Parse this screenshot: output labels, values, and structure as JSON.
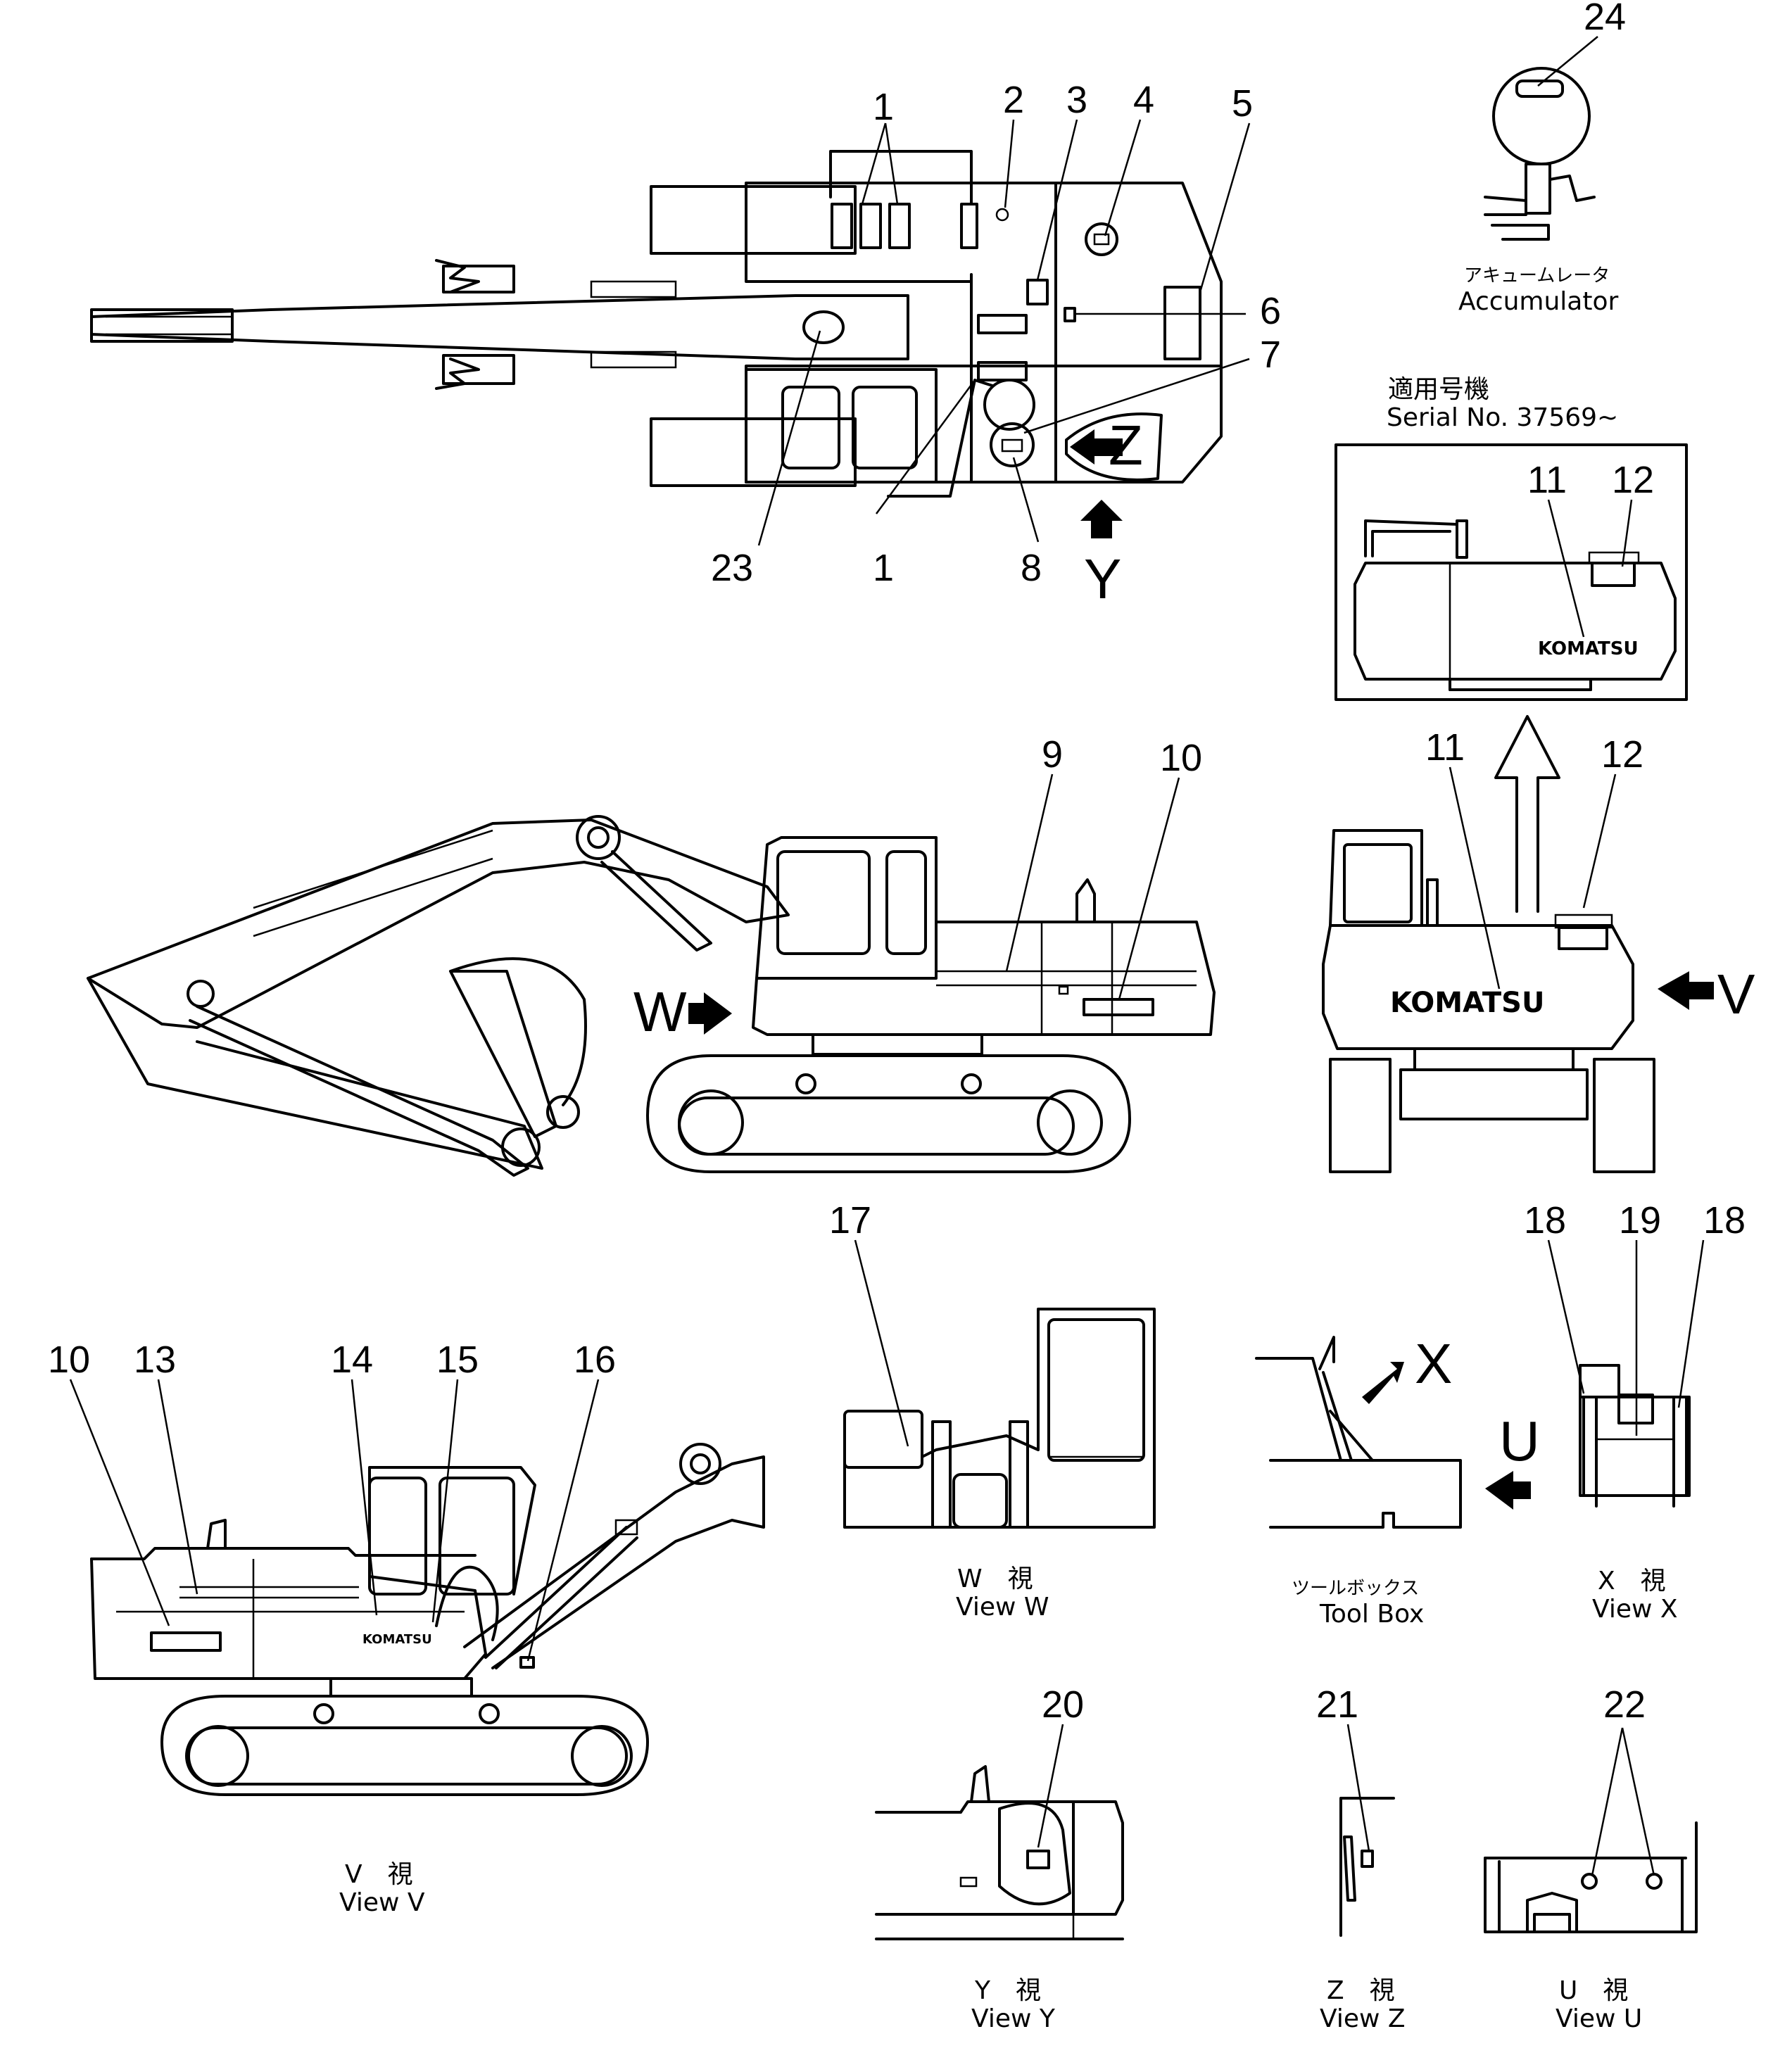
{
  "part_numbers": [
    "1",
    "2",
    "3",
    "4",
    "5",
    "6",
    "7",
    "1",
    "8",
    "23",
    "24",
    "11",
    "12",
    "9",
    "10",
    "11",
    "12",
    "17",
    "18",
    "19",
    "18",
    "10",
    "13",
    "14",
    "15",
    "16",
    "20",
    "21",
    "22"
  ],
  "accumulator": {
    "jp": "アキュームレータ",
    "en": "Accumulator"
  },
  "serial": {
    "jp": "適用号機",
    "en": "Serial  No. 37569~"
  },
  "logos": {
    "small": "KOMATSU",
    "large": "KOMATSU",
    "tiny": "KOMATSU"
  },
  "view_arrows": {
    "z": "Z",
    "y": "Y",
    "w": "W",
    "v": "V",
    "x": "X",
    "u": "U"
  },
  "captions": {
    "view_w": {
      "jp": "W　視",
      "en": "View  W"
    },
    "tool_box": {
      "jp": "ツールボックス",
      "en": "Tool  Box"
    },
    "view_x": {
      "jp": "X　視",
      "en": "View  X"
    },
    "view_v": {
      "jp": "V　視",
      "en": "View  V"
    },
    "view_y": {
      "jp": "Y　視",
      "en": "View  Y"
    },
    "view_z": {
      "jp": "Z　視",
      "en": "View  Z"
    },
    "view_u": {
      "jp": "U　視",
      "en": "View  U"
    }
  }
}
